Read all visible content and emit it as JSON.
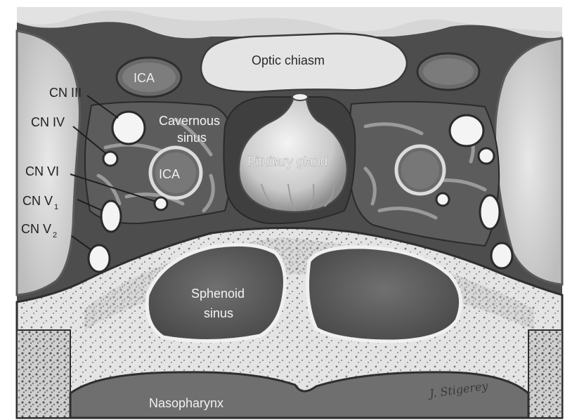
{
  "figure": {
    "labels": {
      "optic_chiasm": "Optic chiasm",
      "ica_upper": "ICA",
      "ica_lower": "ICA",
      "cavernous_sinus_line1": "Cavernous",
      "cavernous_sinus_line2": "sinus",
      "pituitary_gland": "Pituitary gland",
      "sphenoid_sinus_line1": "Sphenoid",
      "sphenoid_sinus_line2": "sinus",
      "nasopharynx": "Nasopharynx",
      "cn_iii": "CN III",
      "cn_iv": "CN IV",
      "cn_vi": "CN VI",
      "cn_v1_main": "CN V",
      "cn_v1_sub": "1",
      "cn_v2_main": "CN V",
      "cn_v2_sub": "2"
    },
    "signature": "J. Stigerey"
  }
}
